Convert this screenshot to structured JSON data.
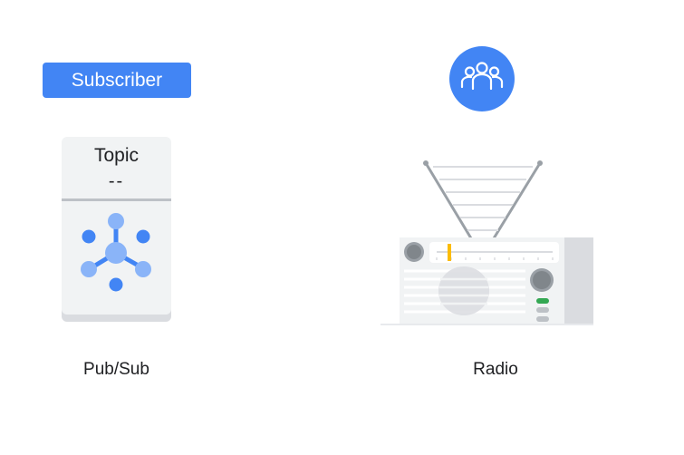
{
  "subscriber_label": "Subscriber",
  "topic": {
    "title": "Topic",
    "dash": "--",
    "hub_icon": "pubsub-hub-icon"
  },
  "pubsub_caption": "Pub/Sub",
  "radio_caption": "Radio",
  "people_icon": "group-icon",
  "colors": {
    "blue": "#4285f4",
    "light_blue": "#8ab4f8",
    "card": "#f1f3f4",
    "green": "#34a853",
    "yellow": "#fbbc04"
  }
}
